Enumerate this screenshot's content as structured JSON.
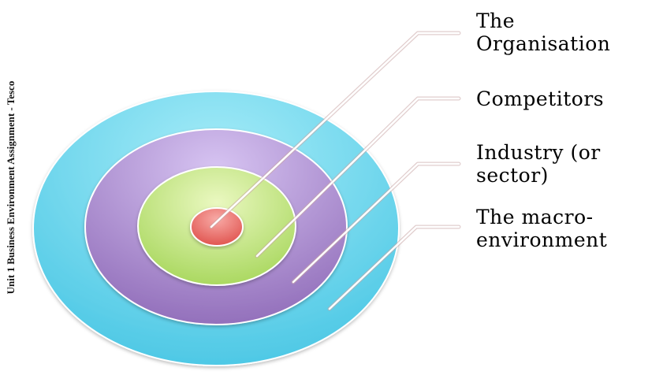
{
  "side_title": "Unit 1 Business Environment Assignment - Tesco",
  "layers": [
    {
      "label_lines": [
        "The",
        "Organisation"
      ],
      "color": "#ee6d6d"
    },
    {
      "label_lines": [
        "Competitors"
      ],
      "color": "#b3dd6b"
    },
    {
      "label_lines": [
        "Industry (or",
        "sector)"
      ],
      "color": "#a987cc"
    },
    {
      "label_lines": [
        "The macro-",
        "environment"
      ],
      "color": "#5fd0ea"
    }
  ]
}
